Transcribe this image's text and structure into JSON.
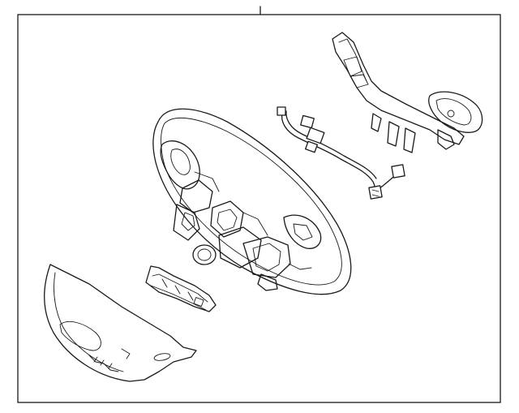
{
  "diagram": {
    "background": "#ffffff",
    "line_color": "#1a1a1a",
    "parts": [
      "frame",
      "steering-wheel",
      "wiring-harness",
      "switch-bracket",
      "horn-bracket",
      "lower-cover"
    ]
  }
}
